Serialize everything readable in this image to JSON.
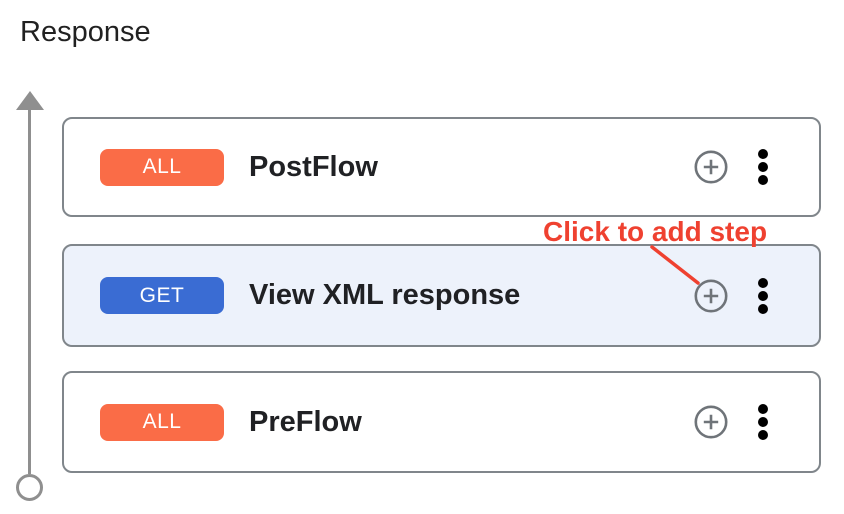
{
  "page": {
    "title": "Response"
  },
  "annotation": {
    "label": "Click to add step",
    "color": "#ef4130"
  },
  "flows": [
    {
      "method": "ALL",
      "method_color": "#fa6c47",
      "name": "PostFlow",
      "selected": false
    },
    {
      "method": "GET",
      "method_color": "#3a6cd3",
      "name": "View XML response",
      "selected": true
    },
    {
      "method": "ALL",
      "method_color": "#fa6c47",
      "name": "PreFlow",
      "selected": false
    }
  ],
  "icons": {
    "add_step": "plus-circle-icon",
    "more_options": "kebab-menu-icon",
    "flow_direction": "up-arrow-line-icon"
  },
  "colors": {
    "selected_card_bg": "#edf2fb",
    "card_border": "#80868b",
    "rail_gray": "#8f8f8f",
    "icon_gray": "#6f7479"
  }
}
